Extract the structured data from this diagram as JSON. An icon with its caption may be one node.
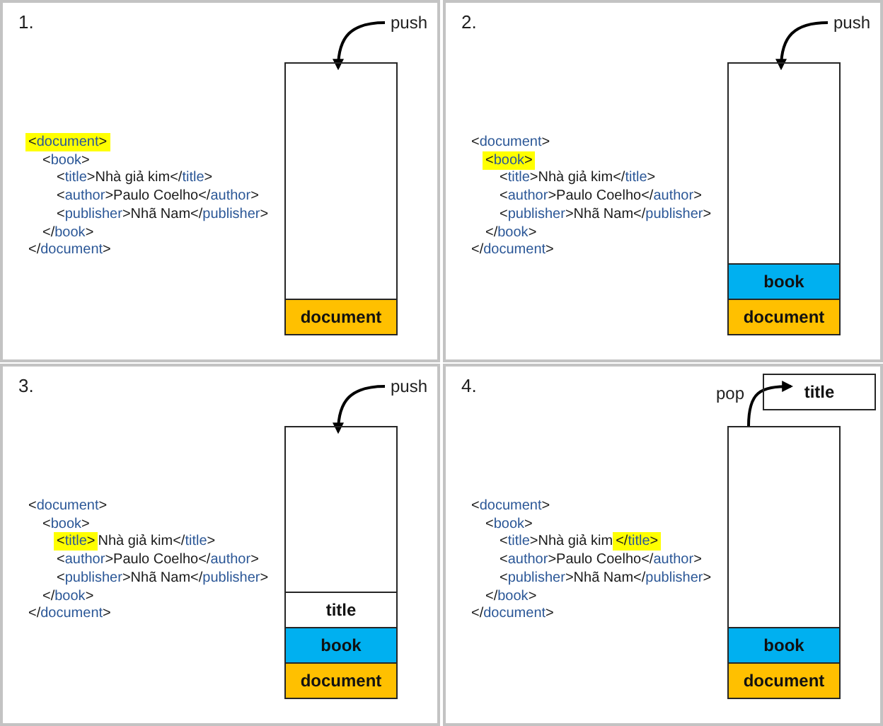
{
  "diagram": {
    "nodes": [
      {
        "text": [
          "1.",
          "<book>",
          "<title>Nhà giả kim</title>",
          "<author>Paulo Coelho</author>",
          "<publisher>Nhã Nam</publisher>",
          "</book>",
          "</document>"
        ]
      },
      {
        "text": [
          "push"
        ],
        "in": 0
      },
      {
        "text": [
          "<document>"
        ],
        "in": 0
      },
      {
        "text": [],
        "shape": "box",
        "in": 0
      },
      {
        "text": [
          "document"
        ],
        "in": 3
      },
      {
        "text": [
          "2.",
          "<document>",
          "<title>Nhà giả kim</title>",
          "<author>Paulo Coelho</author>",
          "<publisher>Nhã Nam</publisher>",
          "</book>",
          "</document>"
        ]
      },
      {
        "text": [
          "push"
        ],
        "in": 5
      },
      {
        "text": [
          "<book>"
        ],
        "in": 5
      },
      {
        "text": [],
        "shape": "box",
        "in": 5
      },
      {
        "text": [
          "book"
        ],
        "in": 8
      },
      {
        "text": [
          "document"
        ],
        "in": 8
      },
      {
        "text": [
          "3.",
          "<document>",
          "<book>",
          "Nhà giả kim</title>",
          "<author>Paulo Coelho</author>",
          "<publisher>Nhã Nam</publisher>",
          "</book>",
          "</document>"
        ]
      },
      {
        "text": [
          "push"
        ],
        "in": 11
      },
      {
        "text": [
          "<title>"
        ],
        "in": 11
      },
      {
        "text": [],
        "shape": "box",
        "in": 11
      },
      {
        "text": [
          "title"
        ],
        "in": 14
      },
      {
        "text": [
          "book"
        ],
        "in": 14
      },
      {
        "text": [
          "document"
        ],
        "in": 14
      },
      {
        "text": [
          "4.",
          "<document>",
          "<book>",
          "<title>Nhà giả kim",
          "<author>Paulo Coelho</author>",
          "<publisher>Nhã Nam</publisher>",
          "</book>",
          "</document>"
        ]
      },
      {
        "text": [
          "title"
        ],
        "in": 18
      },
      {
        "text": [
          "</title>"
        ],
        "in": 18
      },
      {
        "text": [],
        "shape": "box",
        "in": 18
      },
      {
        "text": [
          "book"
        ],
        "in": 21
      },
      {
        "text": [
          "document"
        ],
        "in": 21
      }
    ],
    "edges": [
      {
        "from": 1,
        "to": 3,
        "arrow": "to"
      },
      {
        "from": 6,
        "to": 8,
        "arrow": "to"
      },
      {
        "from": 12,
        "to": 14,
        "arrow": "to"
      },
      {
        "from": 21,
        "to": 19,
        "arrow": "to",
        "label": "pop"
      }
    ]
  }
}
